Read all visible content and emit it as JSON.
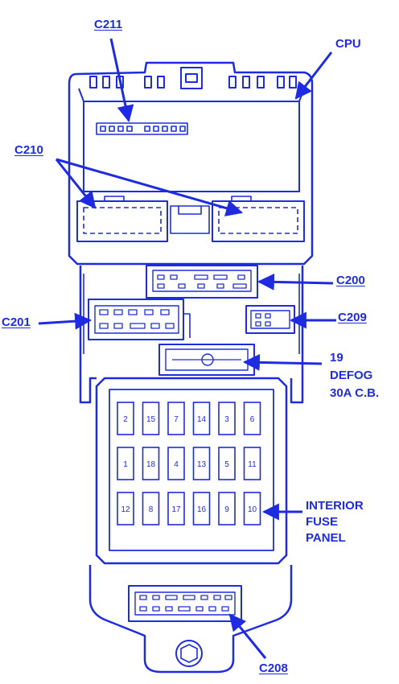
{
  "labels": {
    "c211": "C211",
    "cpu": "CPU",
    "c210": "C210",
    "c200": "C200",
    "c201": "C201",
    "c209": "C209",
    "defog_line1": "19",
    "defog_line2": "DEFOG",
    "defog_line3": "30A  C.B.",
    "panel_line1": "INTERIOR",
    "panel_line2": "FUSE",
    "panel_line3": "PANEL",
    "c208": "C208"
  },
  "fuse_rows": [
    [
      "2",
      "15",
      "7",
      "14",
      "3",
      "6"
    ],
    [
      "1",
      "18",
      "4",
      "13",
      "5",
      "11"
    ],
    [
      "12",
      "8",
      "17",
      "16",
      "9",
      "10"
    ]
  ],
  "colors": {
    "line": "#1f2be0",
    "background": "#ffffff"
  }
}
